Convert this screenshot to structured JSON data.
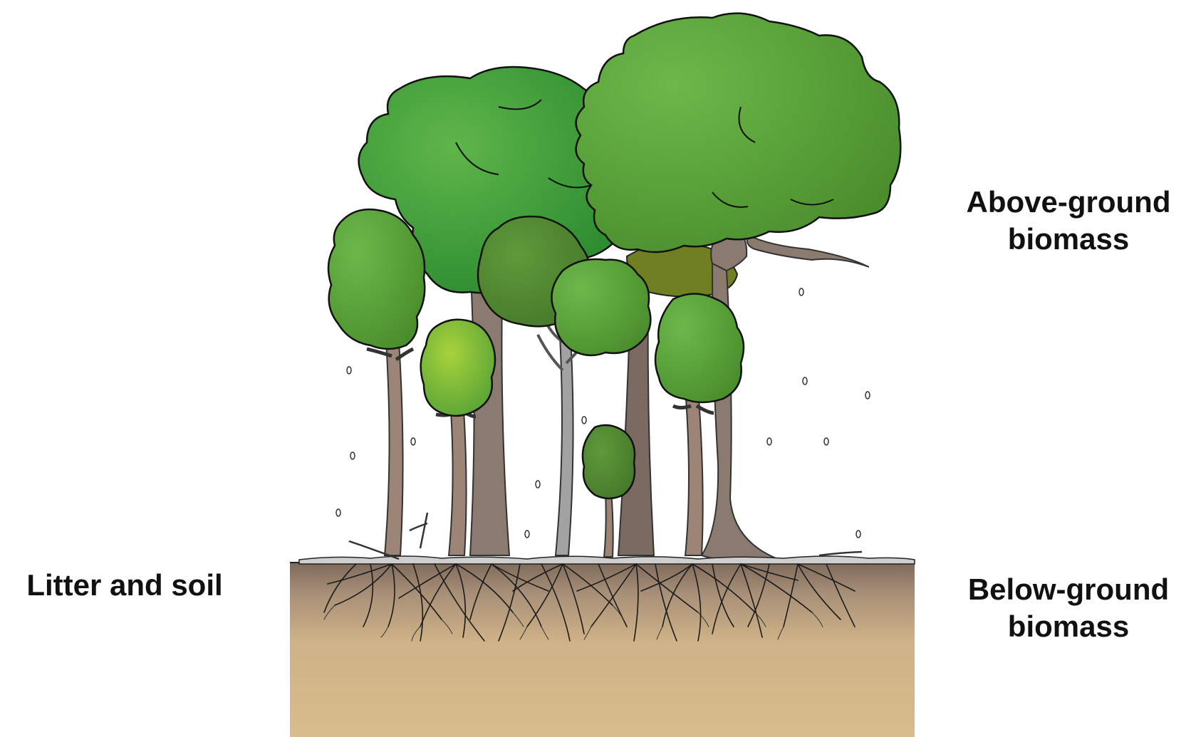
{
  "labels": {
    "above_ground": [
      "Above-ground",
      "biomass"
    ],
    "below_ground": [
      "Below-ground",
      "biomass"
    ],
    "litter_soil": "Litter and soil"
  },
  "colors": {
    "soil_top": "#8a7664",
    "soil_bottom": "#d6b98a",
    "trunk": "#8c7b70",
    "trunk_gray": "#9c9c9c",
    "canopy_dark": "#3c9a34",
    "canopy_mid": "#4fa03a",
    "canopy_light": "#86c43e",
    "canopy_olive": "#6a8a2c",
    "root": "#1a1a1a"
  }
}
